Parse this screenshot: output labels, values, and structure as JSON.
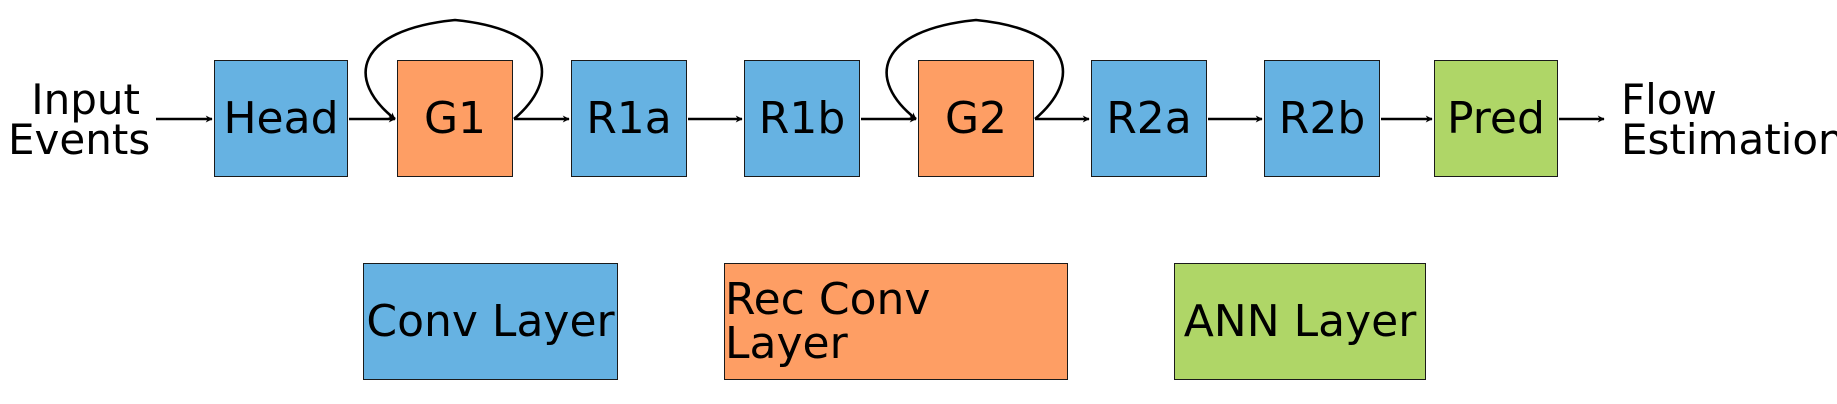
{
  "input_label": {
    "line1": "Input",
    "line2": "Events"
  },
  "output_label": {
    "line1": "Flow",
    "line2": "Estimation"
  },
  "nodes": {
    "head": "Head",
    "g1": "G1",
    "r1a": "R1a",
    "r1b": "R1b",
    "g2": "G2",
    "r2a": "R2a",
    "r2b": "R2b",
    "pred": "Pred"
  },
  "legend": {
    "conv": "Conv Layer",
    "rec_conv": "Rec Conv Layer",
    "ann": "ANN Layer"
  },
  "colors": {
    "conv": "#66b2e2",
    "rec_conv": "#fe9e64",
    "ann": "#afd667"
  }
}
